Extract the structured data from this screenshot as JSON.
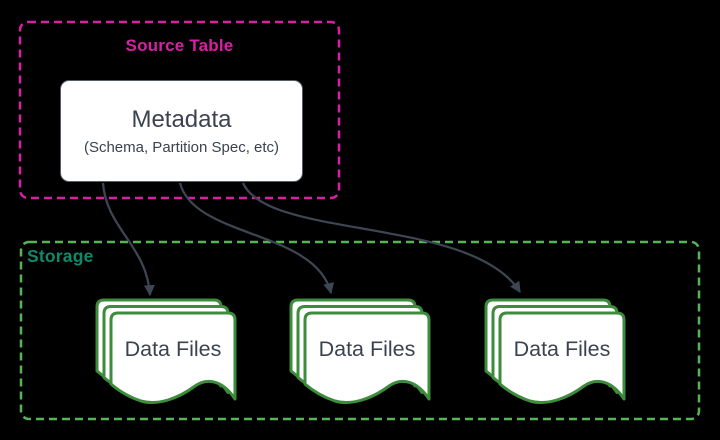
{
  "diagram": {
    "source_table": {
      "label": "Source Table",
      "metadata_title": "Metadata",
      "metadata_subtitle": "(Schema, Partition Spec, etc)"
    },
    "storage": {
      "label": "Storage",
      "data_files": [
        {
          "label": "Data Files"
        },
        {
          "label": "Data Files"
        },
        {
          "label": "Data Files"
        }
      ]
    },
    "connections": [
      {
        "from": "Metadata",
        "to": "Data Files 1"
      },
      {
        "from": "Metadata",
        "to": "Data Files 2"
      },
      {
        "from": "Metadata",
        "to": "Data Files 3"
      }
    ],
    "colors": {
      "background": "#000000",
      "source_table_accent": "#d920a4",
      "storage_border": "#56b456",
      "storage_label": "#0d8a6b",
      "document_border": "#3c8c3c",
      "document_fill": "#ffffff",
      "arrow": "#3d4653",
      "text_dark": "#3b4350",
      "metadata_box_fill": "#ffffff",
      "metadata_box_border": "#565d66"
    }
  }
}
